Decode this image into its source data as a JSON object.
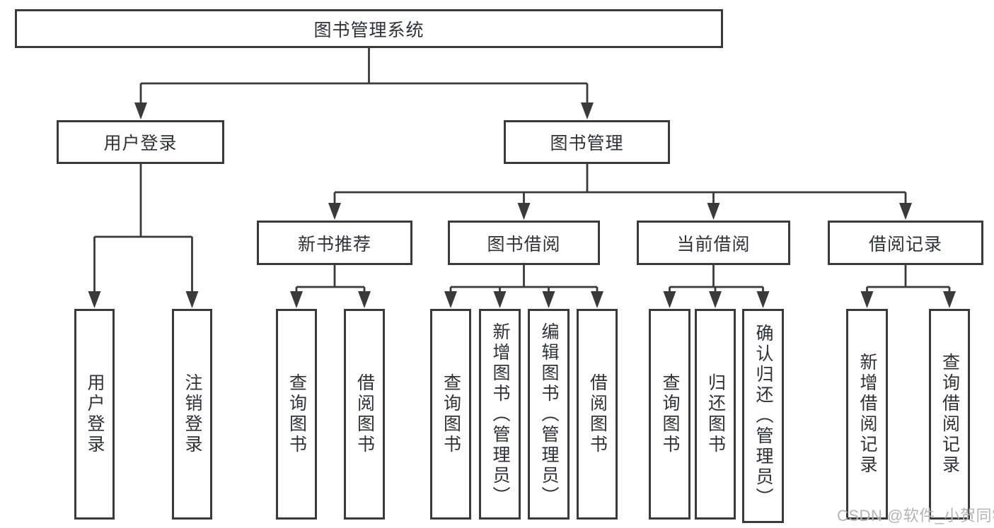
{
  "diagram": {
    "title": "图书管理系统",
    "level2": {
      "user_login": "用户登录",
      "book_mgmt": "图书管理"
    },
    "level3": {
      "new_books": "新书推荐",
      "book_borrow": "图书借阅",
      "current_borrow": "当前借阅",
      "borrow_records": "借阅记录"
    },
    "leaves": {
      "user_login": [
        "用户登录",
        "注销登录"
      ],
      "new_books": [
        "查询图书",
        "借阅图书"
      ],
      "book_borrow": [
        "查询图书",
        "新增图书（管理员）",
        "编辑图书（管理员）",
        "借阅图书"
      ],
      "current_borrow": [
        "查询图书",
        "归还图书",
        "确认归还（管理员）"
      ],
      "borrow_records": [
        "新增借阅记录",
        "查询借阅记录"
      ]
    },
    "watermark": "CSDN @软件_小贺同学"
  }
}
